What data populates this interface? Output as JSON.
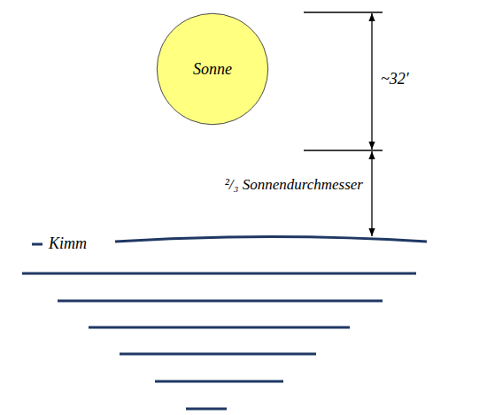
{
  "diagram": {
    "nodes": [
      {
        "text": [
          "Sonne"
        ]
      }
    ],
    "labels": [
      "~32′",
      "²/₃ Sonnendurchmesser",
      "Kimm"
    ]
  }
}
